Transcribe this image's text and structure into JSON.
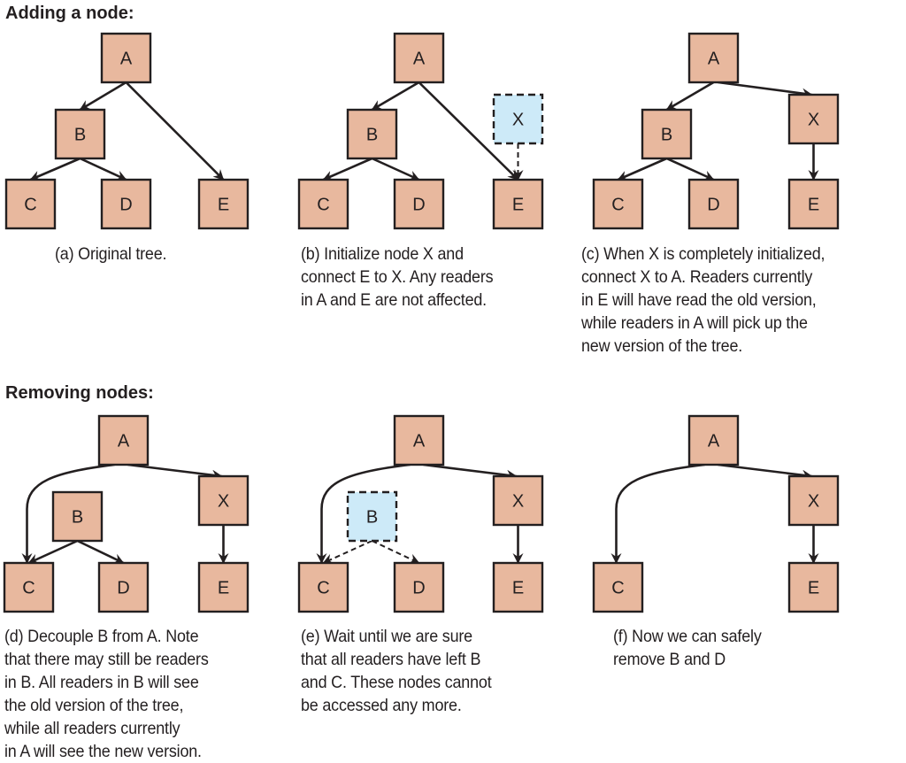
{
  "headings": {
    "adding": "Adding a node:",
    "removing": "Removing nodes:"
  },
  "colors": {
    "node_fill": "#e8b89e",
    "new_node_fill": "#cdeaf8",
    "stroke": "#231f20"
  },
  "panels": [
    {
      "id": "a",
      "caption": "(a) Original tree.",
      "nodes": [
        {
          "id": "A",
          "label": "A",
          "style": "solid"
        },
        {
          "id": "B",
          "label": "B",
          "style": "solid"
        },
        {
          "id": "C",
          "label": "C",
          "style": "solid"
        },
        {
          "id": "D",
          "label": "D",
          "style": "solid"
        },
        {
          "id": "E",
          "label": "E",
          "style": "solid"
        }
      ],
      "edges": [
        {
          "from": "A",
          "to": "B",
          "style": "solid"
        },
        {
          "from": "A",
          "to": "E",
          "style": "solid"
        },
        {
          "from": "B",
          "to": "C",
          "style": "solid"
        },
        {
          "from": "B",
          "to": "D",
          "style": "solid"
        }
      ]
    },
    {
      "id": "b",
      "caption": "(b) Initialize node X and\nconnect E to X. Any readers\nin A and E are not affected.",
      "nodes": [
        {
          "id": "A",
          "label": "A",
          "style": "solid"
        },
        {
          "id": "B",
          "label": "B",
          "style": "solid"
        },
        {
          "id": "C",
          "label": "C",
          "style": "solid"
        },
        {
          "id": "D",
          "label": "D",
          "style": "solid"
        },
        {
          "id": "E",
          "label": "E",
          "style": "solid"
        },
        {
          "id": "X",
          "label": "X",
          "style": "new"
        }
      ],
      "edges": [
        {
          "from": "A",
          "to": "B",
          "style": "solid"
        },
        {
          "from": "A",
          "to": "E",
          "style": "solid"
        },
        {
          "from": "B",
          "to": "C",
          "style": "solid"
        },
        {
          "from": "B",
          "to": "D",
          "style": "solid"
        },
        {
          "from": "X",
          "to": "E",
          "style": "dashed"
        }
      ]
    },
    {
      "id": "c",
      "caption": "(c) When X is completely initialized,\nconnect X to A. Readers currently\nin E will have read the old version,\nwhile readers in A will pick up the\nnew version of the tree.",
      "nodes": [
        {
          "id": "A",
          "label": "A",
          "style": "solid"
        },
        {
          "id": "B",
          "label": "B",
          "style": "solid"
        },
        {
          "id": "C",
          "label": "C",
          "style": "solid"
        },
        {
          "id": "D",
          "label": "D",
          "style": "solid"
        },
        {
          "id": "X",
          "label": "X",
          "style": "solid"
        },
        {
          "id": "E",
          "label": "E",
          "style": "solid"
        }
      ],
      "edges": [
        {
          "from": "A",
          "to": "B",
          "style": "solid"
        },
        {
          "from": "A",
          "to": "X",
          "style": "solid"
        },
        {
          "from": "B",
          "to": "C",
          "style": "solid"
        },
        {
          "from": "B",
          "to": "D",
          "style": "solid"
        },
        {
          "from": "X",
          "to": "E",
          "style": "solid"
        }
      ]
    },
    {
      "id": "d",
      "caption": "(d) Decouple B from A. Note\nthat there may still be readers\nin B. All readers in B will see\nthe old version of the tree,\nwhile all readers currently\nin A will see the new version.",
      "nodes": [
        {
          "id": "A",
          "label": "A",
          "style": "solid"
        },
        {
          "id": "B",
          "label": "B",
          "style": "solid"
        },
        {
          "id": "X",
          "label": "X",
          "style": "solid"
        },
        {
          "id": "C",
          "label": "C",
          "style": "solid"
        },
        {
          "id": "D",
          "label": "D",
          "style": "solid"
        },
        {
          "id": "E",
          "label": "E",
          "style": "solid"
        }
      ],
      "edges": [
        {
          "from": "A",
          "to": "C",
          "style": "solid"
        },
        {
          "from": "A",
          "to": "X",
          "style": "solid"
        },
        {
          "from": "B",
          "to": "C",
          "style": "solid"
        },
        {
          "from": "B",
          "to": "D",
          "style": "solid"
        },
        {
          "from": "X",
          "to": "E",
          "style": "solid"
        }
      ]
    },
    {
      "id": "e",
      "caption": "(e) Wait until we are sure\nthat all readers have left B\nand C. These nodes cannot\nbe accessed any more.",
      "nodes": [
        {
          "id": "A",
          "label": "A",
          "style": "solid"
        },
        {
          "id": "B",
          "label": "B",
          "style": "new"
        },
        {
          "id": "X",
          "label": "X",
          "style": "solid"
        },
        {
          "id": "C",
          "label": "C",
          "style": "solid"
        },
        {
          "id": "D",
          "label": "D",
          "style": "solid"
        },
        {
          "id": "E",
          "label": "E",
          "style": "solid"
        }
      ],
      "edges": [
        {
          "from": "A",
          "to": "C",
          "style": "solid"
        },
        {
          "from": "A",
          "to": "X",
          "style": "solid"
        },
        {
          "from": "B",
          "to": "C",
          "style": "dashed"
        },
        {
          "from": "B",
          "to": "D",
          "style": "dashed"
        },
        {
          "from": "X",
          "to": "E",
          "style": "solid"
        }
      ]
    },
    {
      "id": "f",
      "caption": "(f) Now we can safely\nremove B and D",
      "nodes": [
        {
          "id": "A",
          "label": "A",
          "style": "solid"
        },
        {
          "id": "X",
          "label": "X",
          "style": "solid"
        },
        {
          "id": "C",
          "label": "C",
          "style": "solid"
        },
        {
          "id": "E",
          "label": "E",
          "style": "solid"
        }
      ],
      "edges": [
        {
          "from": "A",
          "to": "C",
          "style": "solid"
        },
        {
          "from": "A",
          "to": "X",
          "style": "solid"
        },
        {
          "from": "X",
          "to": "E",
          "style": "solid"
        }
      ]
    }
  ]
}
